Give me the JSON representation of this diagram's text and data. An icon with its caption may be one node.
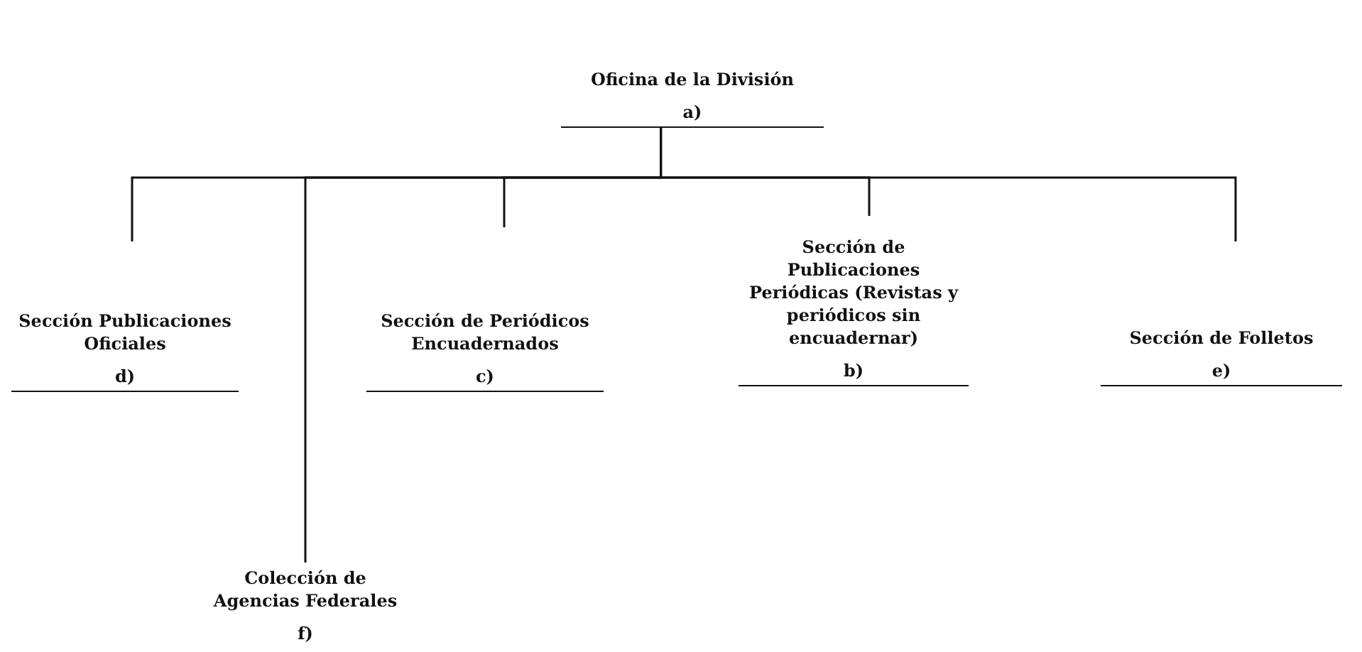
{
  "diagram": {
    "nodes": [
      {
        "text": [
          "Oficina de la División",
          "a)"
        ]
      },
      {
        "text": [
          "Sección Publicaciones Oficiales",
          "d)"
        ]
      },
      {
        "text": [
          "Colección de Agencias Federales",
          "f)"
        ]
      },
      {
        "text": [
          "Sección de Periódicos Encuadernados",
          "c)"
        ]
      },
      {
        "text": [
          "Sección de Publicaciones Periódicas (Revistas y periódicos sin encuadernar)",
          "b)"
        ]
      },
      {
        "text": [
          "Sección de Folletos",
          "e)"
        ]
      }
    ],
    "edges": [
      {
        "from": 0,
        "to": 1,
        "arrow": "none"
      },
      {
        "from": 0,
        "to": 2,
        "arrow": "none"
      },
      {
        "from": 0,
        "to": 3,
        "arrow": "none"
      },
      {
        "from": 0,
        "to": 4,
        "arrow": "none"
      },
      {
        "from": 0,
        "to": 5,
        "arrow": "none"
      }
    ]
  }
}
